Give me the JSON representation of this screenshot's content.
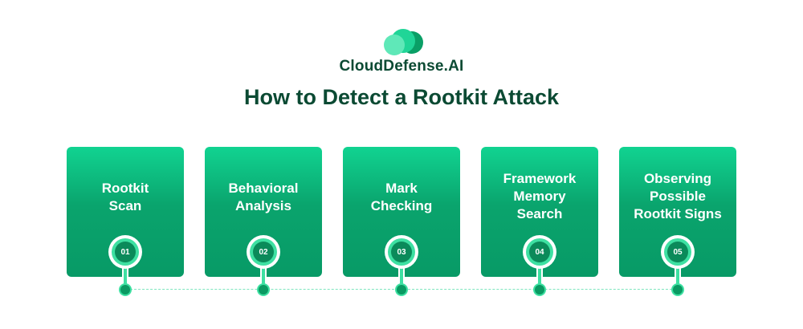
{
  "brand": {
    "name": "CloudDefense.AI",
    "logo_icon": "cloud-logo-icon"
  },
  "title": "How to Detect a Rootkit Attack",
  "colors": {
    "primary_dark": "#0b4a33",
    "card_top": "#11d391",
    "card_bottom": "#089a66",
    "accent": "#3ee0a2"
  },
  "steps": [
    {
      "number": "01",
      "label": "Rootkit Scan"
    },
    {
      "number": "02",
      "label": "Behavioral Analysis"
    },
    {
      "number": "03",
      "label": "Mark Checking"
    },
    {
      "number": "04",
      "label": "Framework Memory Search"
    },
    {
      "number": "05",
      "label": "Observing Possible Rootkit Signs"
    }
  ]
}
